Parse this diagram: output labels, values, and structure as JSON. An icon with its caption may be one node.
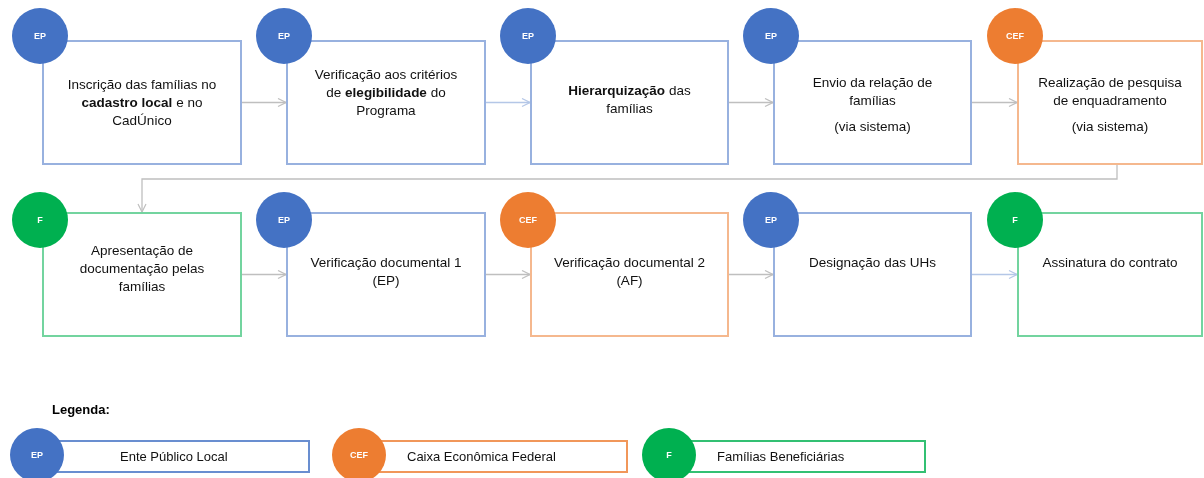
{
  "diagram": {
    "nodes": [
      {
        "text": [
          "EP"
        ]
      },
      {
        "text": [
          "Inscrição das famílias no **cadastro local** e no CadÚnico"
        ]
      },
      {
        "text": [
          "EP"
        ]
      },
      {
        "text": [
          "Verificação aos critérios de **elegibilidade** do Programa"
        ]
      },
      {
        "text": [
          "EP"
        ]
      },
      {
        "text": [
          "**Hierarquização** das famílias"
        ]
      },
      {
        "text": [
          "EP"
        ]
      },
      {
        "text": [
          "Envio da relação de famílias",
          "(via sistema)"
        ]
      },
      {
        "text": [
          "CEF"
        ]
      },
      {
        "text": [
          "Realização de pesquisa de enquadramento",
          "(via sistema)"
        ]
      },
      {
        "text": [
          "F"
        ]
      },
      {
        "text": [
          "Apresentação de documentação pelas famílias"
        ]
      },
      {
        "text": [
          "EP"
        ]
      },
      {
        "text": [
          "Verificação documental 1 (EP)"
        ]
      },
      {
        "text": [
          "CEF"
        ]
      },
      {
        "text": [
          "Verificação documental 2 (AF)"
        ]
      },
      {
        "text": [
          "EP"
        ]
      },
      {
        "text": [
          "Designação das UHs"
        ]
      },
      {
        "text": [
          "F"
        ]
      },
      {
        "text": [
          "Assinatura do contrato"
        ]
      }
    ],
    "edges": [
      {
        "from": 1,
        "to": 3,
        "arrow": "to"
      },
      {
        "from": 3,
        "to": 5,
        "arrow": "to",
        "color": "#b4c7e7"
      },
      {
        "from": 5,
        "to": 7,
        "arrow": "to"
      },
      {
        "from": 7,
        "to": 9,
        "arrow": "to"
      },
      {
        "from": 9,
        "to": 11,
        "arrow": "to"
      },
      {
        "from": 11,
        "to": 13,
        "arrow": "to"
      },
      {
        "from": 13,
        "to": 15,
        "arrow": "to"
      },
      {
        "from": 15,
        "to": 17,
        "arrow": "to"
      },
      {
        "from": 17,
        "to": 19,
        "arrow": "to",
        "color": "#b4c7e7"
      }
    ],
    "labels": [
      "Legenda:",
      "EP",
      "CEF",
      "F"
    ],
    "legend": [
      {
        "text": "Ente Público Local",
        "color": "#4472c4"
      },
      {
        "text": "Caixa Econômica Federal",
        "color": "#ed7d31"
      },
      {
        "text": "Famílias Beneficiárias",
        "color": "#00b050"
      }
    ]
  }
}
